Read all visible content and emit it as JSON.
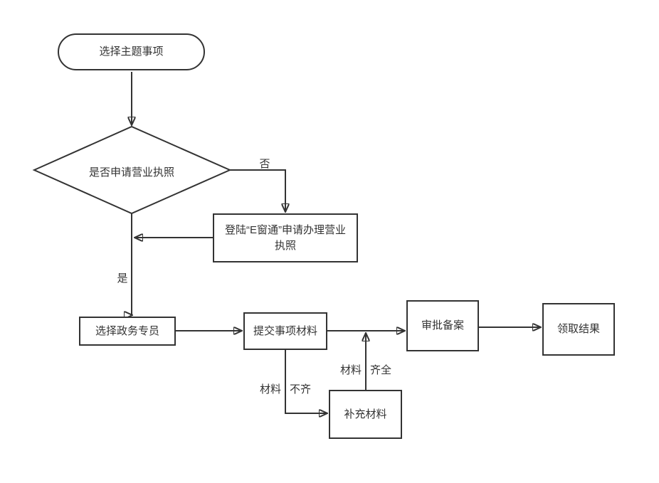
{
  "canvas": {
    "background_color": "#ffffff",
    "line_color": "#333333",
    "text_color": "#333333"
  },
  "nodes": {
    "start": {
      "type": "terminator",
      "label": "选择主题事项"
    },
    "decision": {
      "type": "decision",
      "label": "是否申请营业执照"
    },
    "login": {
      "type": "process",
      "label": "登陆“E窗通”申请办理营业执照"
    },
    "specialist": {
      "type": "process",
      "label": "选择政务专员"
    },
    "submit": {
      "type": "process",
      "label": "提交事项材料"
    },
    "approval": {
      "type": "process",
      "label": "审批备案"
    },
    "result": {
      "type": "process",
      "label": "领取结果"
    },
    "supplement": {
      "type": "process",
      "label": "补充材料"
    }
  },
  "edge_labels": {
    "no": "否",
    "yes": "是",
    "incomplete": {
      "left": "材料",
      "right": "不齐"
    },
    "complete": {
      "left": "材料",
      "right": "齐全"
    }
  }
}
